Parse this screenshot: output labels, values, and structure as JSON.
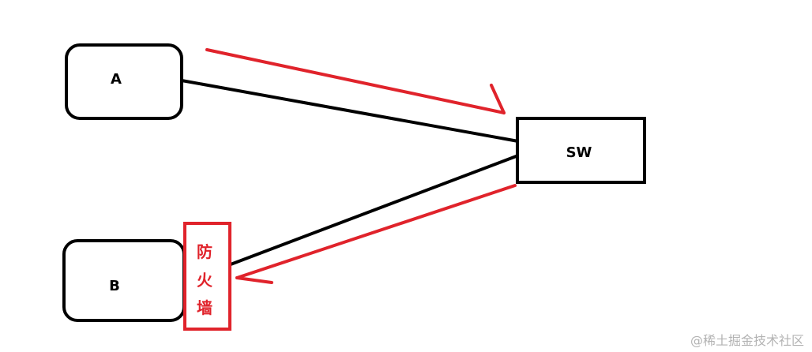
{
  "nodes": {
    "a": {
      "label": "A"
    },
    "b": {
      "label": "B"
    },
    "sw": {
      "label": "SW"
    }
  },
  "firewall": {
    "chars": [
      "防",
      "火",
      "墙"
    ],
    "color": "#e0232b"
  },
  "colors": {
    "link": "#000000",
    "arrow": "#e0232b"
  },
  "watermark": "@稀土掘金技术社区"
}
